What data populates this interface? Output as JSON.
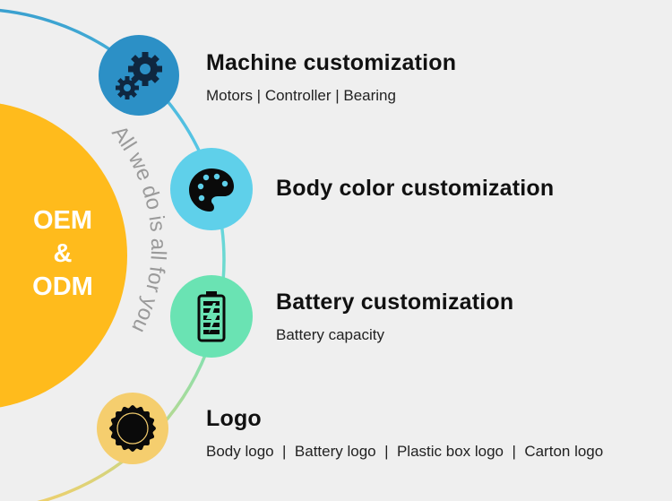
{
  "center": {
    "line1": "OEM",
    "line2": "&",
    "line3": "ODM"
  },
  "arc_text": "All we do is all for you",
  "items": [
    {
      "title": "Machine customization",
      "subtitle": "Motors | Controller | Bearing",
      "icon": "gears-icon",
      "color": "#2c90c6"
    },
    {
      "title": "Body color customization",
      "subtitle": "",
      "icon": "palette-icon",
      "color": "#5fd0ea"
    },
    {
      "title": "Battery customization",
      "subtitle": "Battery capacity",
      "icon": "battery-icon",
      "color": "#6ae3b3"
    },
    {
      "title": "Logo",
      "subtitle": "Body logo  |  Battery logo  |  Plastic box logo  |  Carton logo",
      "icon": "seal-icon",
      "color": "#f5ce6e"
    }
  ],
  "colors": {
    "sun": "#ffbb1c",
    "background": "#efefef",
    "arc_text": "#9a9a9a"
  }
}
